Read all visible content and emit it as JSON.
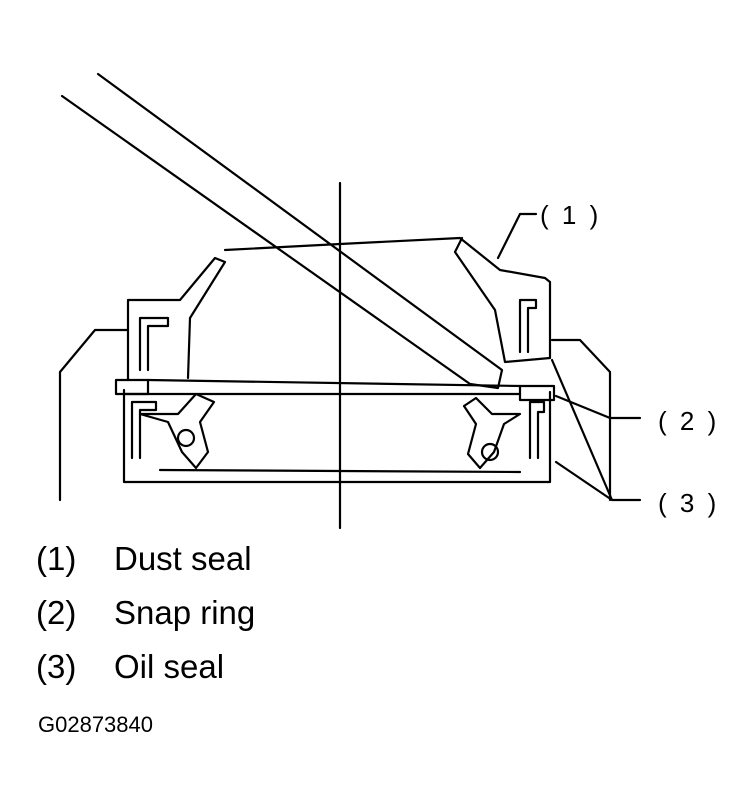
{
  "callouts": {
    "c1": "( 1 )",
    "c2": "( 2 )",
    "c3": "( 3 )"
  },
  "legend": [
    {
      "num": "(1)",
      "label": "Dust seal"
    },
    {
      "num": "(2)",
      "label": "Snap ring"
    },
    {
      "num": "(3)",
      "label": "Oil seal"
    }
  ],
  "figure_id": "G02873840"
}
